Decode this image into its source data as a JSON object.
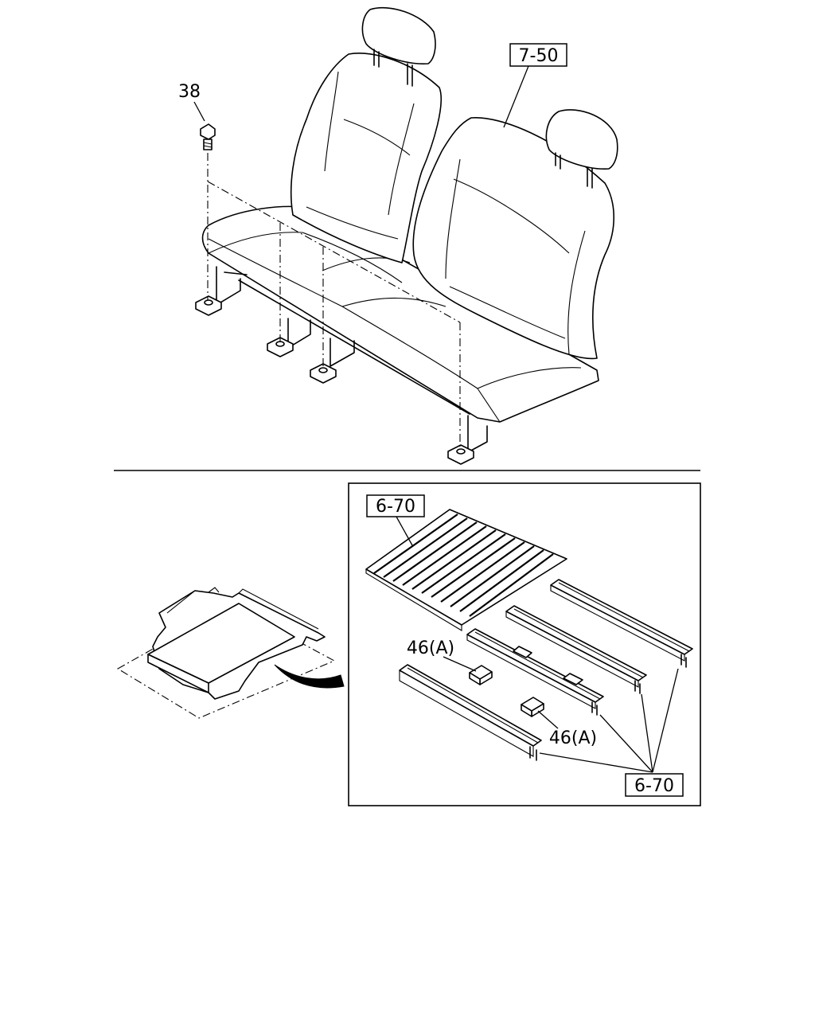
{
  "callouts": {
    "bolt": "38",
    "seat_assembly": "7-50",
    "floor_mat": "6-70",
    "clip_upper": "46(A)",
    "clip_lower": "46(A)",
    "rails": "6-70"
  }
}
